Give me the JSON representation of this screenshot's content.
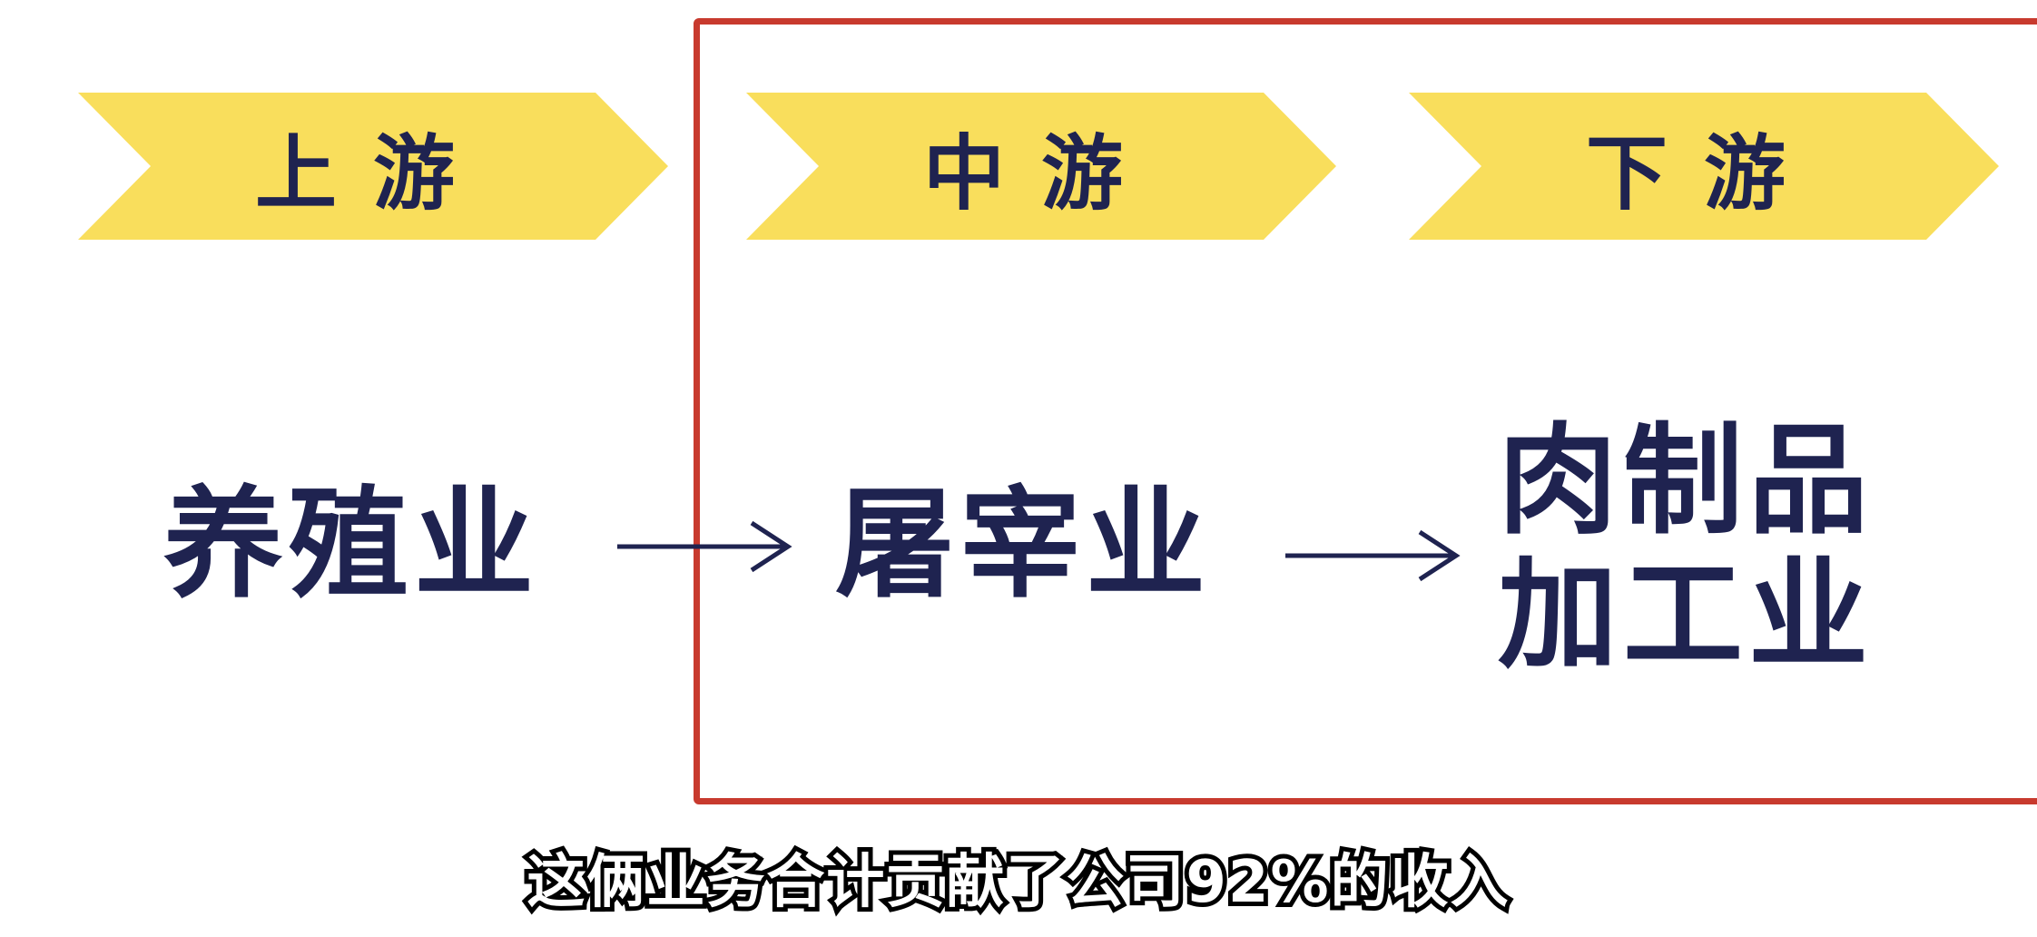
{
  "stages": [
    {
      "header": "上游",
      "label": "养殖业"
    },
    {
      "header": "中游",
      "label": "屠宰业"
    },
    {
      "header": "下游",
      "label": "肉制品加工业"
    }
  ],
  "subtitle": "这俩业务合计贡献了公司92%的收入",
  "colors": {
    "chevron_fill": "#f9de5c",
    "text_dark": "#1f2350",
    "highlight_border": "#c83a2e"
  }
}
